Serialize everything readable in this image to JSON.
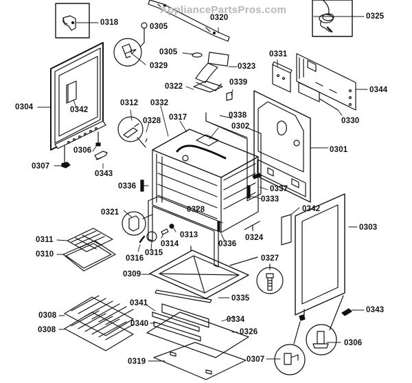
{
  "watermark": "AppliancePartsPros.com",
  "diagram": {
    "type": "exploded-parts-view",
    "subject": "range/oven cabinet assembly",
    "colors": {
      "line": "#111111",
      "watermark": "#b8b8b8",
      "background": "#ffffff"
    },
    "callouts": [
      {
        "id": "c0318",
        "part": "0318"
      },
      {
        "id": "c0305a",
        "part": "0305"
      },
      {
        "id": "c0320",
        "part": "0320"
      },
      {
        "id": "c0325",
        "part": "0325"
      },
      {
        "id": "c0305b",
        "part": "0305"
      },
      {
        "id": "c0329",
        "part": "0329"
      },
      {
        "id": "c0331",
        "part": "0331"
      },
      {
        "id": "c0323",
        "part": "0323"
      },
      {
        "id": "c0344",
        "part": "0344"
      },
      {
        "id": "c0322",
        "part": "0322"
      },
      {
        "id": "c0339",
        "part": "0339"
      },
      {
        "id": "c0304",
        "part": "0304"
      },
      {
        "id": "c0342a",
        "part": "0342"
      },
      {
        "id": "c0312",
        "part": "0312"
      },
      {
        "id": "c0332",
        "part": "0332"
      },
      {
        "id": "c0338",
        "part": "0338"
      },
      {
        "id": "c0330",
        "part": "0330"
      },
      {
        "id": "c0328a",
        "part": "0328"
      },
      {
        "id": "c0317",
        "part": "0317"
      },
      {
        "id": "c0302",
        "part": "0302"
      },
      {
        "id": "c0301",
        "part": "0301"
      },
      {
        "id": "c0306a",
        "part": "0306"
      },
      {
        "id": "c0307a",
        "part": "0307"
      },
      {
        "id": "c0343a",
        "part": "0343"
      },
      {
        "id": "c0336a",
        "part": "0336"
      },
      {
        "id": "c0337",
        "part": "0337"
      },
      {
        "id": "c0333",
        "part": "0333"
      },
      {
        "id": "c0328b",
        "part": "0328"
      },
      {
        "id": "c0321",
        "part": "0321"
      },
      {
        "id": "c0342b",
        "part": "0342"
      },
      {
        "id": "c0303",
        "part": "0303"
      },
      {
        "id": "c0311",
        "part": "0311"
      },
      {
        "id": "c0313",
        "part": "0313"
      },
      {
        "id": "c0314",
        "part": "0314"
      },
      {
        "id": "c0336b",
        "part": "0336"
      },
      {
        "id": "c0324",
        "part": "0324"
      },
      {
        "id": "c0310",
        "part": "0310"
      },
      {
        "id": "c0315",
        "part": "0315"
      },
      {
        "id": "c0316",
        "part": "0316"
      },
      {
        "id": "c0327",
        "part": "0327"
      },
      {
        "id": "c0309",
        "part": "0309"
      },
      {
        "id": "c0335",
        "part": "0335"
      },
      {
        "id": "c0341",
        "part": "0341"
      },
      {
        "id": "c0308a",
        "part": "0308"
      },
      {
        "id": "c0334",
        "part": "0334"
      },
      {
        "id": "c0343b",
        "part": "0343"
      },
      {
        "id": "c0340",
        "part": "0340"
      },
      {
        "id": "c0326",
        "part": "0326"
      },
      {
        "id": "c0308b",
        "part": "0308"
      },
      {
        "id": "c0306b",
        "part": "0306"
      },
      {
        "id": "c0319",
        "part": "0319"
      },
      {
        "id": "c0307b",
        "part": "0307"
      }
    ]
  }
}
